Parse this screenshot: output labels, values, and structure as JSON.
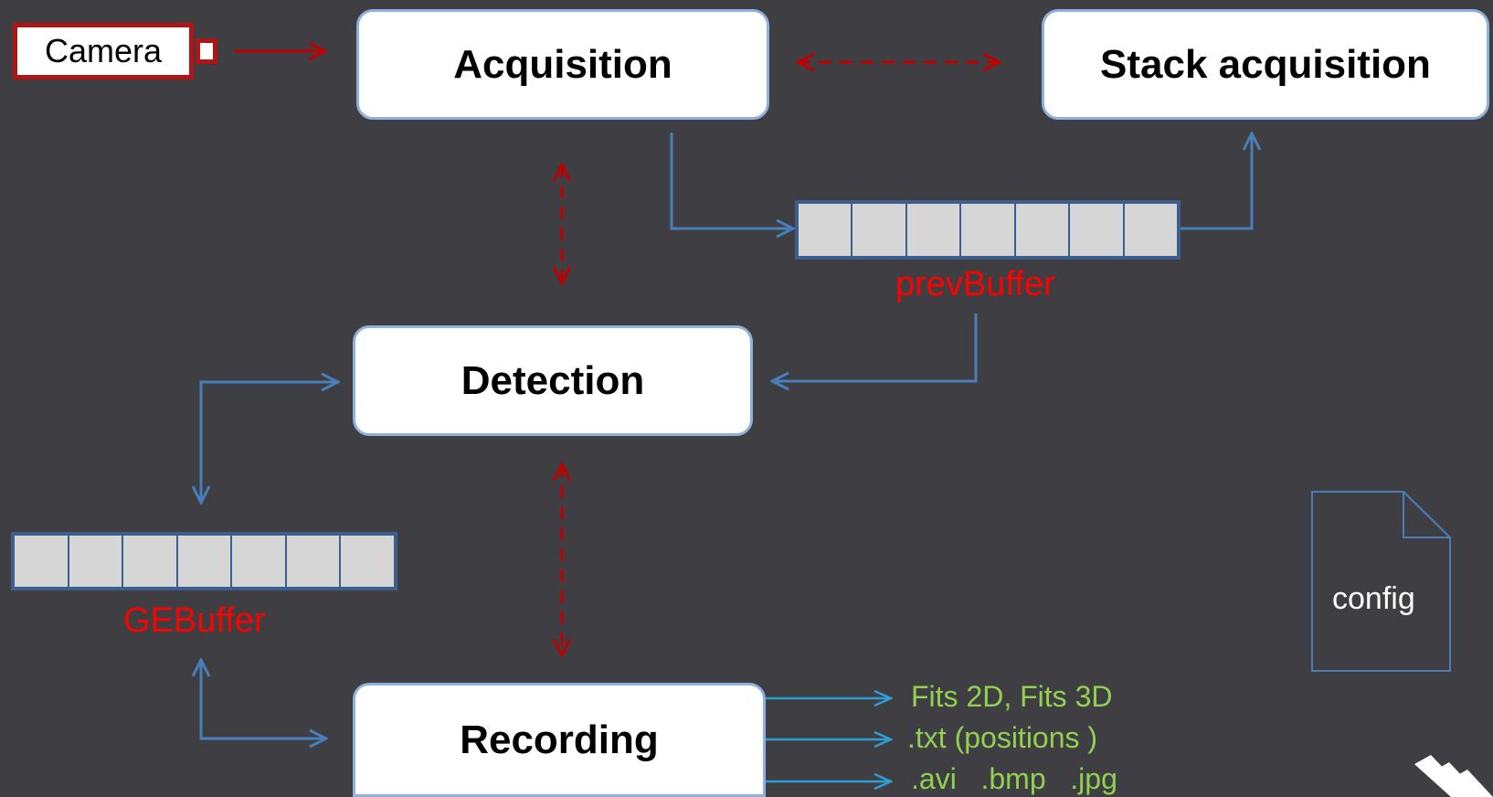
{
  "source": {
    "camera_label": "Camera"
  },
  "modules": {
    "acquisition": "Acquisition",
    "stack_acquisition": "Stack acquisition",
    "detection": "Detection",
    "recording": "Recording"
  },
  "buffers": {
    "prev": {
      "label": "prevBuffer",
      "cells": 7
    },
    "ge": {
      "label": "GEBuffer",
      "cells": 7
    }
  },
  "outputs": [
    "Fits 2D, Fits 3D",
    ".txt (positions )",
    ".avi   .bmp   .jpg"
  ],
  "config_file": {
    "label": "config"
  },
  "colors": {
    "background": "#3f3f43",
    "flow_arrow": "#4a7ebb",
    "sync_arrow": "#c00000",
    "output_arrow": "#2e9ed6",
    "buffer_label": "#ff0000",
    "output_text": "#92d050"
  },
  "icons": {
    "file": "document-icon",
    "brand": "logo-stripes-icon"
  }
}
